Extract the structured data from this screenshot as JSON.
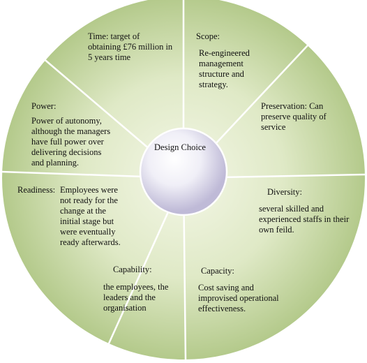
{
  "center": {
    "label": "Design Choice"
  },
  "segments": [
    {
      "id": "time",
      "lines": [
        "Time: target of",
        "obtaining £76 million in",
        "5 years time"
      ]
    },
    {
      "id": "scope",
      "title": "Scope:",
      "lines": [
        "Re-engineered",
        "management",
        "structure and",
        "strategy."
      ]
    },
    {
      "id": "preservation",
      "lines": [
        "Preservation: Can",
        "preserve quality of",
        "service"
      ]
    },
    {
      "id": "diversity",
      "title": "Diversity:",
      "lines": [
        "several skilled and",
        "experienced staffs in their",
        "own feild."
      ]
    },
    {
      "id": "capacity",
      "title": "Capacity:",
      "lines": [
        "Cost saving and",
        "improvised operational",
        "effectiveness."
      ]
    },
    {
      "id": "capability",
      "title": "Capability:",
      "lines": [
        "the employees, the",
        "leaders and the",
        "organisation"
      ]
    },
    {
      "id": "readiness",
      "title": "Readiness:",
      "lines": [
        "Employees were",
        "not ready for the",
        "change at the",
        "initial stage but",
        "were eventually",
        "ready afterwards."
      ]
    },
    {
      "id": "power",
      "title": "Power:",
      "lines": [
        "Power of autonomy,",
        "although the managers",
        "have full power over",
        "delivering decisions",
        "and planning."
      ]
    }
  ],
  "colors": {
    "wheel_light": "#f2f6e4",
    "wheel_dark": "#b5cc8c",
    "divider": "#ffffff",
    "hub_light": "#ffffff",
    "hub_dark": "#c6c1dc"
  }
}
